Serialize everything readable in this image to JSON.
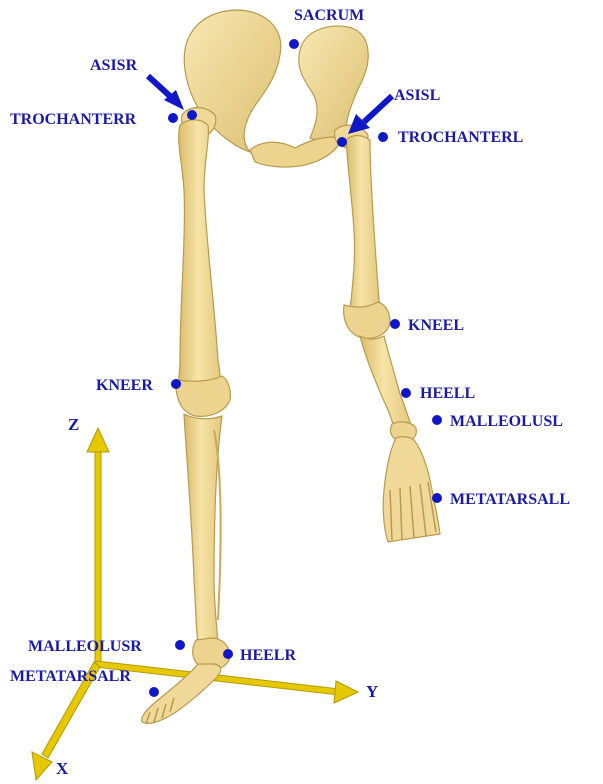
{
  "colors": {
    "bone": "#f3dd9a",
    "bone_shade": "#d9bb6a",
    "bone_edge": "#b89a4e",
    "marker": "#0f17c9",
    "label": "#1a1aa8",
    "axis": "#e6c800",
    "axis_edge": "#b39a00"
  },
  "markers": {
    "sacrum": "SACRUM",
    "asisr": "ASISR",
    "asisl": "ASISL",
    "trochanterr": "TROCHANTERR",
    "trochanterl": "TROCHANTERL",
    "kneel": "KNEEL",
    "kneer": "KNEER",
    "heell": "HEELL",
    "malleolusl": "MALLEOLUSL",
    "metatarsall": "METATARSALL",
    "malleolusr": "MALLEOLUSR",
    "heelr": "HEELR",
    "metatarsalr": "METATARSALR"
  },
  "axes": {
    "x": "X",
    "y": "Y",
    "z": "Z"
  }
}
